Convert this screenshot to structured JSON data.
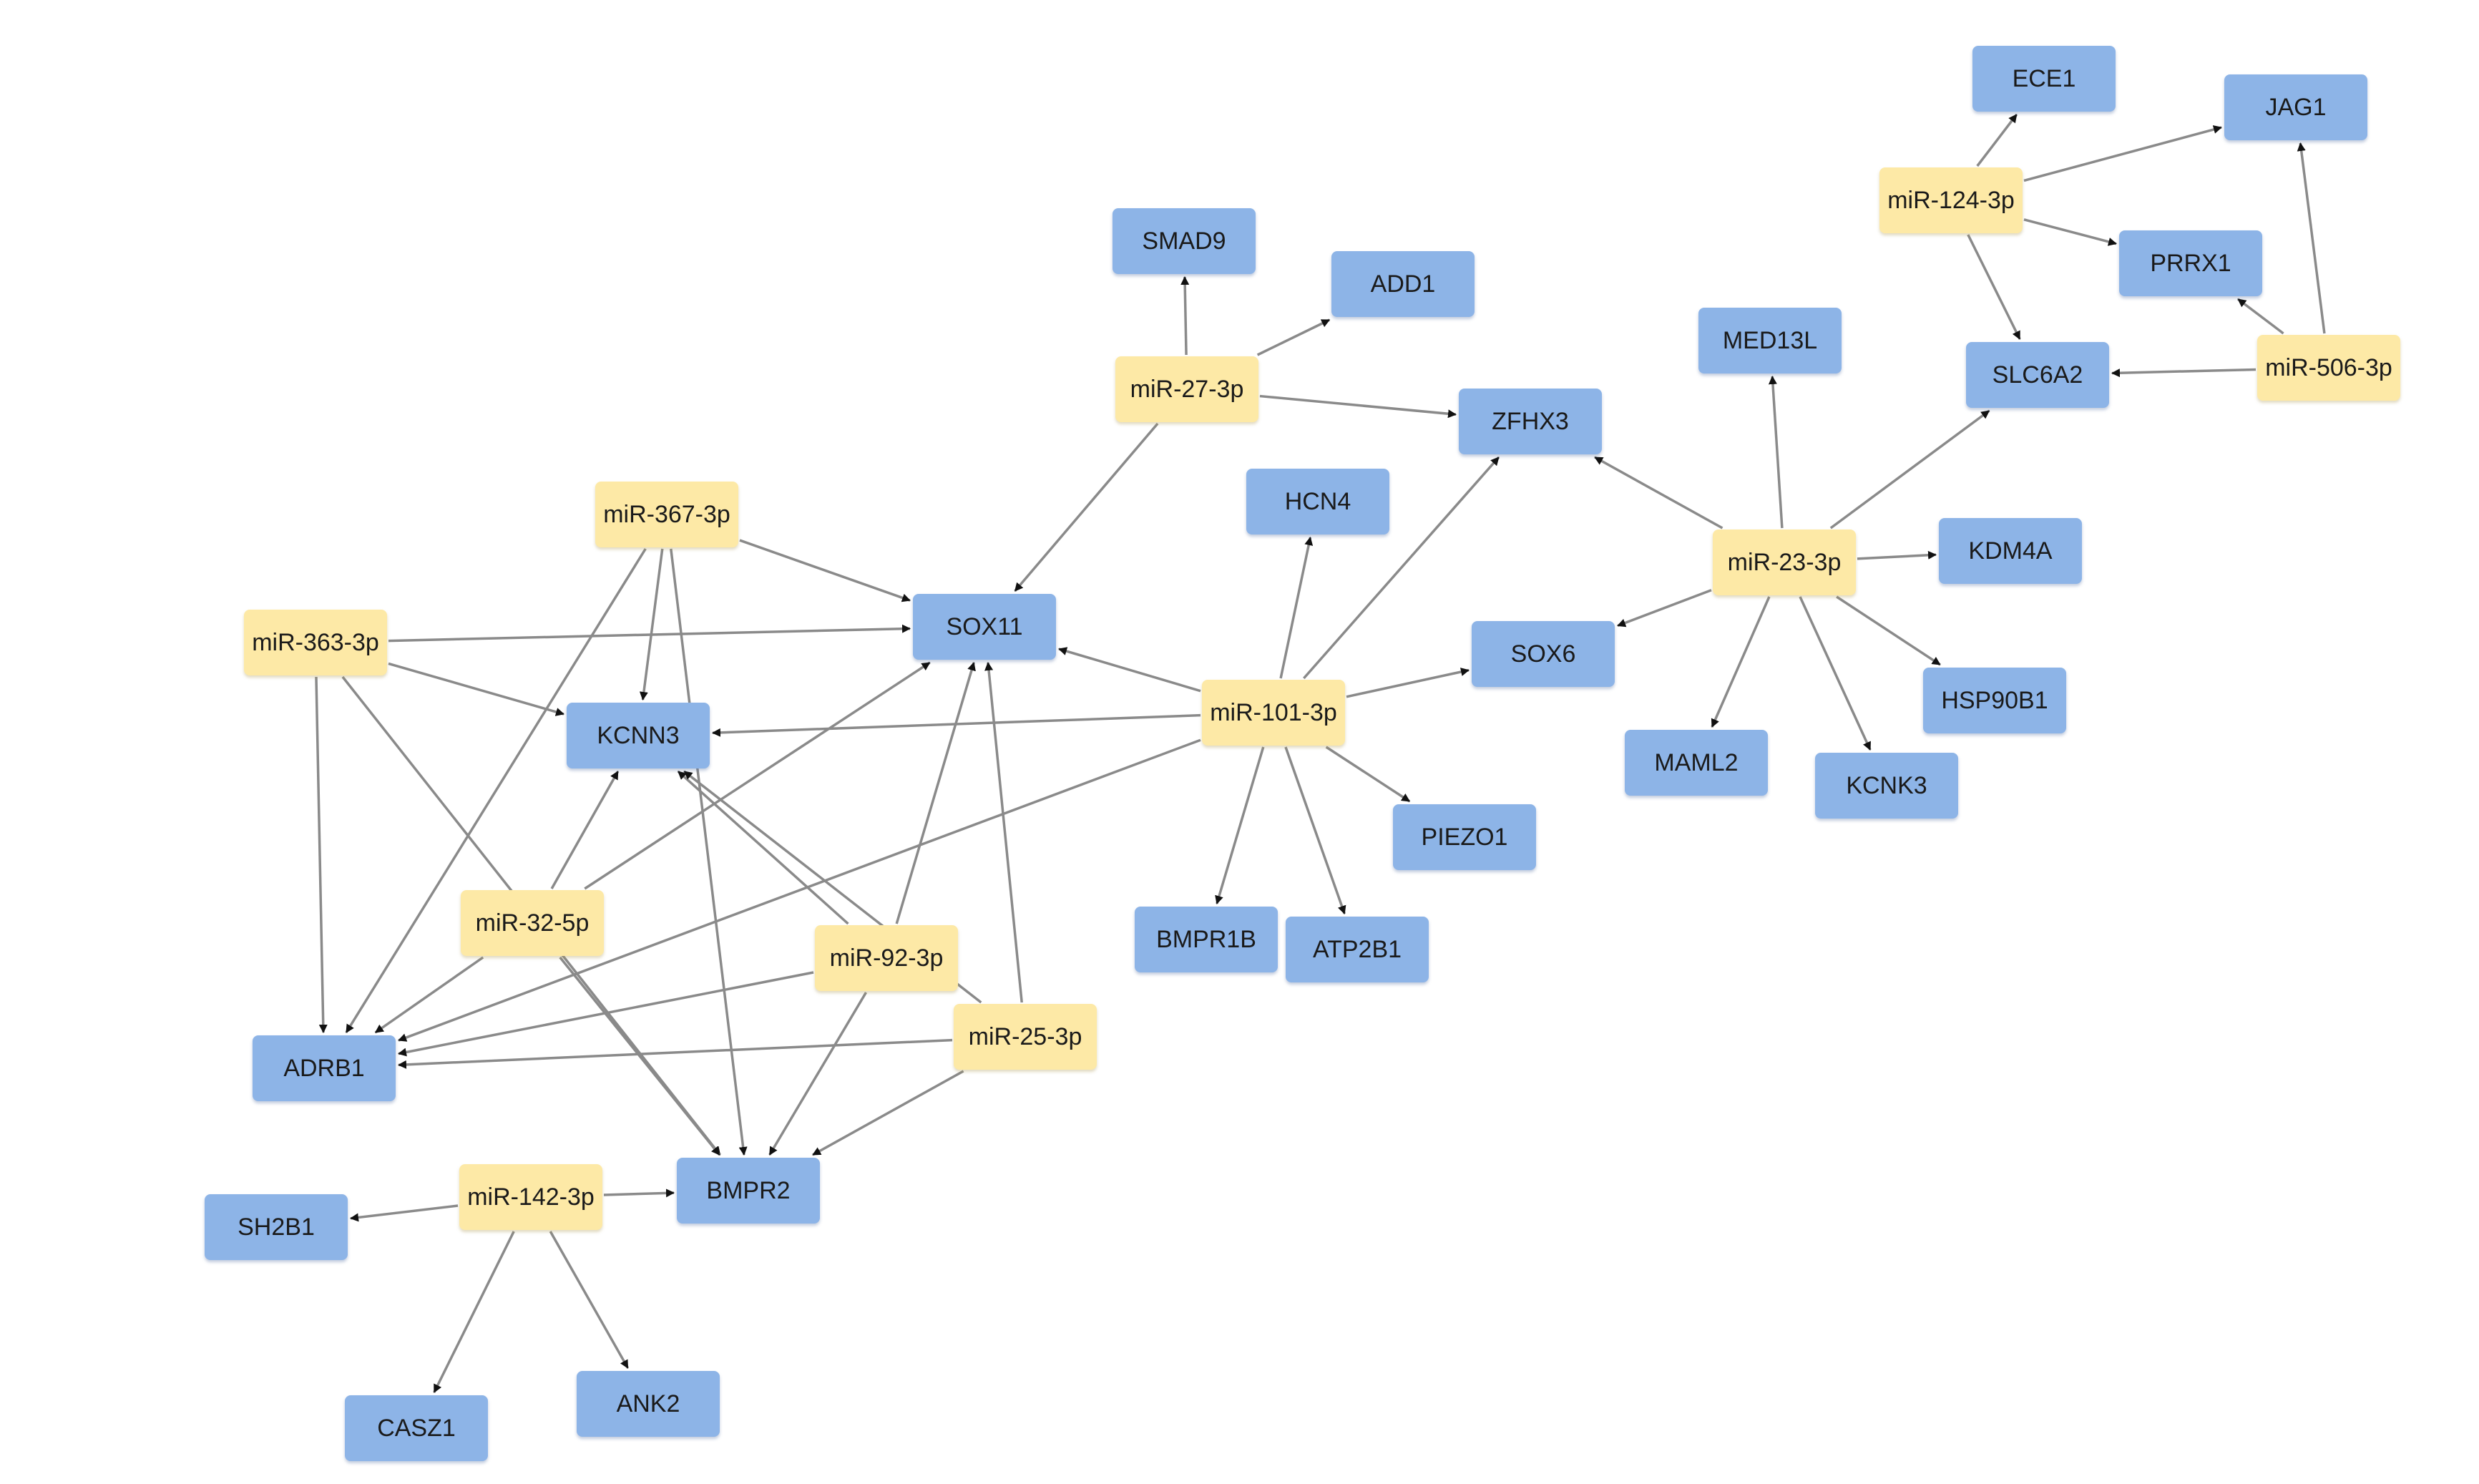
{
  "colors": {
    "mirna_fill": "#fde9a6",
    "gene_fill": "#8db4e7",
    "edge": "#8a8a8a",
    "arrowhead": "#111111"
  },
  "nodes": [
    {
      "id": "ece1",
      "label": "ECE1",
      "kind": "gene"
    },
    {
      "id": "jag1",
      "label": "JAG1",
      "kind": "gene"
    },
    {
      "id": "mir-124-3p",
      "label": "miR-124-3p",
      "kind": "mirna"
    },
    {
      "id": "prrx1",
      "label": "PRRX1",
      "kind": "gene"
    },
    {
      "id": "smad9",
      "label": "SMAD9",
      "kind": "gene"
    },
    {
      "id": "add1",
      "label": "ADD1",
      "kind": "gene"
    },
    {
      "id": "med13l",
      "label": "MED13L",
      "kind": "gene"
    },
    {
      "id": "slc6a2",
      "label": "SLC6A2",
      "kind": "gene"
    },
    {
      "id": "mir-506-3p",
      "label": "miR-506-3p",
      "kind": "mirna"
    },
    {
      "id": "mir-27-3p",
      "label": "miR-27-3p",
      "kind": "mirna"
    },
    {
      "id": "zfhx3",
      "label": "ZFHX3",
      "kind": "gene"
    },
    {
      "id": "hcn4",
      "label": "HCN4",
      "kind": "gene"
    },
    {
      "id": "mir-367-3p",
      "label": "miR-367-3p",
      "kind": "mirna"
    },
    {
      "id": "kdm4a",
      "label": "KDM4A",
      "kind": "gene"
    },
    {
      "id": "mir-23-3p",
      "label": "miR-23-3p",
      "kind": "mirna"
    },
    {
      "id": "sox11",
      "label": "SOX11",
      "kind": "gene"
    },
    {
      "id": "mir-363-3p",
      "label": "miR-363-3p",
      "kind": "mirna"
    },
    {
      "id": "sox6",
      "label": "SOX6",
      "kind": "gene"
    },
    {
      "id": "hsp90b1",
      "label": "HSP90B1",
      "kind": "gene"
    },
    {
      "id": "kcnn3",
      "label": "KCNN3",
      "kind": "gene"
    },
    {
      "id": "mir-101-3p",
      "label": "miR-101-3p",
      "kind": "mirna"
    },
    {
      "id": "maml2",
      "label": "MAML2",
      "kind": "gene"
    },
    {
      "id": "kcnk3",
      "label": "KCNK3",
      "kind": "gene"
    },
    {
      "id": "piezo1",
      "label": "PIEZO1",
      "kind": "gene"
    },
    {
      "id": "mir-32-5p",
      "label": "miR-32-5p",
      "kind": "mirna"
    },
    {
      "id": "bmpr1b",
      "label": "BMPR1B",
      "kind": "gene"
    },
    {
      "id": "atp2b1",
      "label": "ATP2B1",
      "kind": "gene"
    },
    {
      "id": "mir-92-3p",
      "label": "miR-92-3p",
      "kind": "mirna"
    },
    {
      "id": "mir-25-3p",
      "label": "miR-25-3p",
      "kind": "mirna"
    },
    {
      "id": "adrb1",
      "label": "ADRB1",
      "kind": "gene"
    },
    {
      "id": "bmpr2",
      "label": "BMPR2",
      "kind": "gene"
    },
    {
      "id": "mir-142-3p",
      "label": "miR-142-3p",
      "kind": "mirna"
    },
    {
      "id": "sh2b1",
      "label": "SH2B1",
      "kind": "gene"
    },
    {
      "id": "casz1",
      "label": "CASZ1",
      "kind": "gene"
    },
    {
      "id": "ank2",
      "label": "ANK2",
      "kind": "gene"
    }
  ],
  "edges": [
    {
      "from": "mir-124-3p",
      "to": "ece1"
    },
    {
      "from": "mir-124-3p",
      "to": "jag1"
    },
    {
      "from": "mir-124-3p",
      "to": "prrx1"
    },
    {
      "from": "mir-124-3p",
      "to": "slc6a2"
    },
    {
      "from": "mir-506-3p",
      "to": "jag1"
    },
    {
      "from": "mir-506-3p",
      "to": "prrx1"
    },
    {
      "from": "mir-506-3p",
      "to": "slc6a2"
    },
    {
      "from": "mir-27-3p",
      "to": "smad9"
    },
    {
      "from": "mir-27-3p",
      "to": "add1"
    },
    {
      "from": "mir-27-3p",
      "to": "zfhx3"
    },
    {
      "from": "mir-27-3p",
      "to": "sox11"
    },
    {
      "from": "mir-23-3p",
      "to": "med13l"
    },
    {
      "from": "mir-23-3p",
      "to": "slc6a2"
    },
    {
      "from": "mir-23-3p",
      "to": "zfhx3"
    },
    {
      "from": "mir-23-3p",
      "to": "kdm4a"
    },
    {
      "from": "mir-23-3p",
      "to": "sox6"
    },
    {
      "from": "mir-23-3p",
      "to": "hsp90b1"
    },
    {
      "from": "mir-23-3p",
      "to": "maml2"
    },
    {
      "from": "mir-23-3p",
      "to": "kcnk3"
    },
    {
      "from": "mir-101-3p",
      "to": "hcn4"
    },
    {
      "from": "mir-101-3p",
      "to": "zfhx3"
    },
    {
      "from": "mir-101-3p",
      "to": "sox6"
    },
    {
      "from": "mir-101-3p",
      "to": "sox11"
    },
    {
      "from": "mir-101-3p",
      "to": "kcnn3"
    },
    {
      "from": "mir-101-3p",
      "to": "piezo1"
    },
    {
      "from": "mir-101-3p",
      "to": "bmpr1b"
    },
    {
      "from": "mir-101-3p",
      "to": "atp2b1"
    },
    {
      "from": "mir-101-3p",
      "to": "adrb1"
    },
    {
      "from": "mir-367-3p",
      "to": "sox11"
    },
    {
      "from": "mir-367-3p",
      "to": "kcnn3"
    },
    {
      "from": "mir-367-3p",
      "to": "adrb1"
    },
    {
      "from": "mir-367-3p",
      "to": "bmpr2"
    },
    {
      "from": "mir-363-3p",
      "to": "sox11"
    },
    {
      "from": "mir-363-3p",
      "to": "kcnn3"
    },
    {
      "from": "mir-363-3p",
      "to": "adrb1"
    },
    {
      "from": "mir-363-3p",
      "to": "bmpr2"
    },
    {
      "from": "mir-32-5p",
      "to": "kcnn3"
    },
    {
      "from": "mir-32-5p",
      "to": "sox11"
    },
    {
      "from": "mir-32-5p",
      "to": "adrb1"
    },
    {
      "from": "mir-32-5p",
      "to": "bmpr2"
    },
    {
      "from": "mir-92-3p",
      "to": "sox11"
    },
    {
      "from": "mir-92-3p",
      "to": "kcnn3"
    },
    {
      "from": "mir-92-3p",
      "to": "adrb1"
    },
    {
      "from": "mir-92-3p",
      "to": "bmpr2"
    },
    {
      "from": "mir-25-3p",
      "to": "sox11"
    },
    {
      "from": "mir-25-3p",
      "to": "kcnn3"
    },
    {
      "from": "mir-25-3p",
      "to": "adrb1"
    },
    {
      "from": "mir-25-3p",
      "to": "bmpr2"
    },
    {
      "from": "mir-142-3p",
      "to": "bmpr2"
    },
    {
      "from": "mir-142-3p",
      "to": "sh2b1"
    },
    {
      "from": "mir-142-3p",
      "to": "casz1"
    },
    {
      "from": "mir-142-3p",
      "to": "ank2"
    }
  ]
}
